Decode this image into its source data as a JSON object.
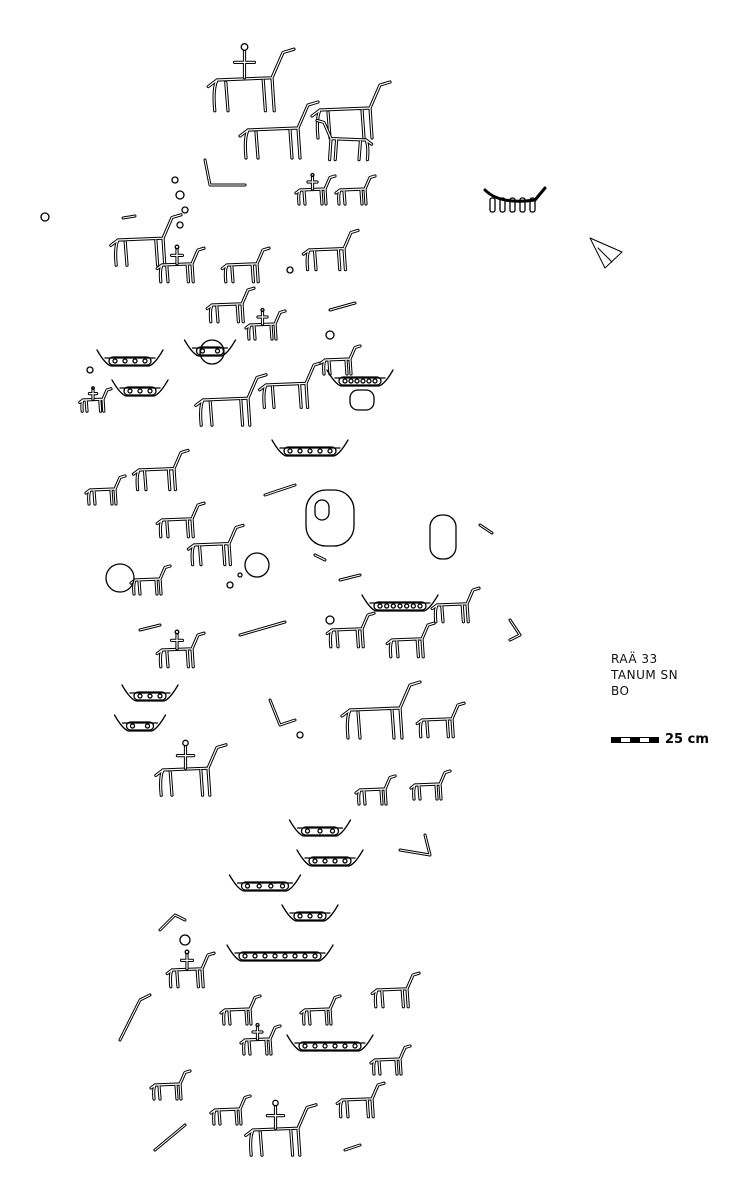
{
  "site_label": {
    "line1": "RAÄ 33",
    "line2": "TANUM SN",
    "line3": "BO"
  },
  "scale": {
    "label": "25 cm"
  }
}
